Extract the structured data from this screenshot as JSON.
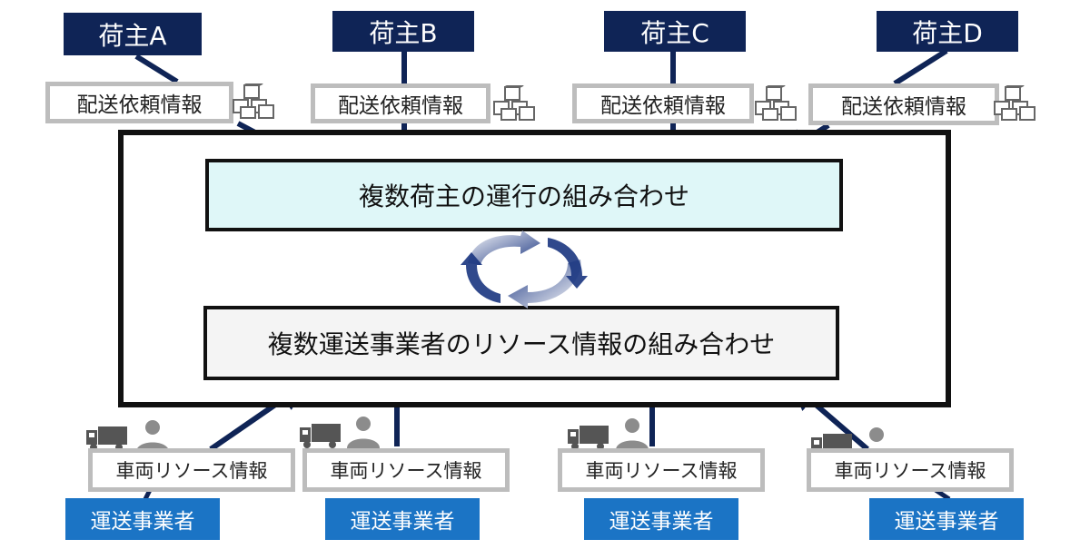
{
  "shippers": [
    {
      "name": "荷主A",
      "request": "配送依頼情報"
    },
    {
      "name": "荷主B",
      "request": "配送依頼情報"
    },
    {
      "name": "荷主C",
      "request": "配送依頼情報"
    },
    {
      "name": "荷主D",
      "request": "配送依頼情報"
    }
  ],
  "combination": {
    "top": "複数荷主の運行の組み合わせ",
    "bottom": "複数運送事業者のリソース情報の組み合わせ"
  },
  "carriers": [
    {
      "resource": "車両リソース情報",
      "name": "運送事業者"
    },
    {
      "resource": "車両リソース情報",
      "name": "運送事業者"
    },
    {
      "resource": "車両リソース情報",
      "name": "運送事業者"
    },
    {
      "resource": "車両リソース情報",
      "name": "運送事業者"
    }
  ],
  "colors": {
    "shipper_bg": "#0f2456",
    "carrier_bg": "#1b74c5",
    "arrow": "#0f2456",
    "top_box_bg": "#dff7f8",
    "bottom_box_bg": "#f4f4f4"
  }
}
